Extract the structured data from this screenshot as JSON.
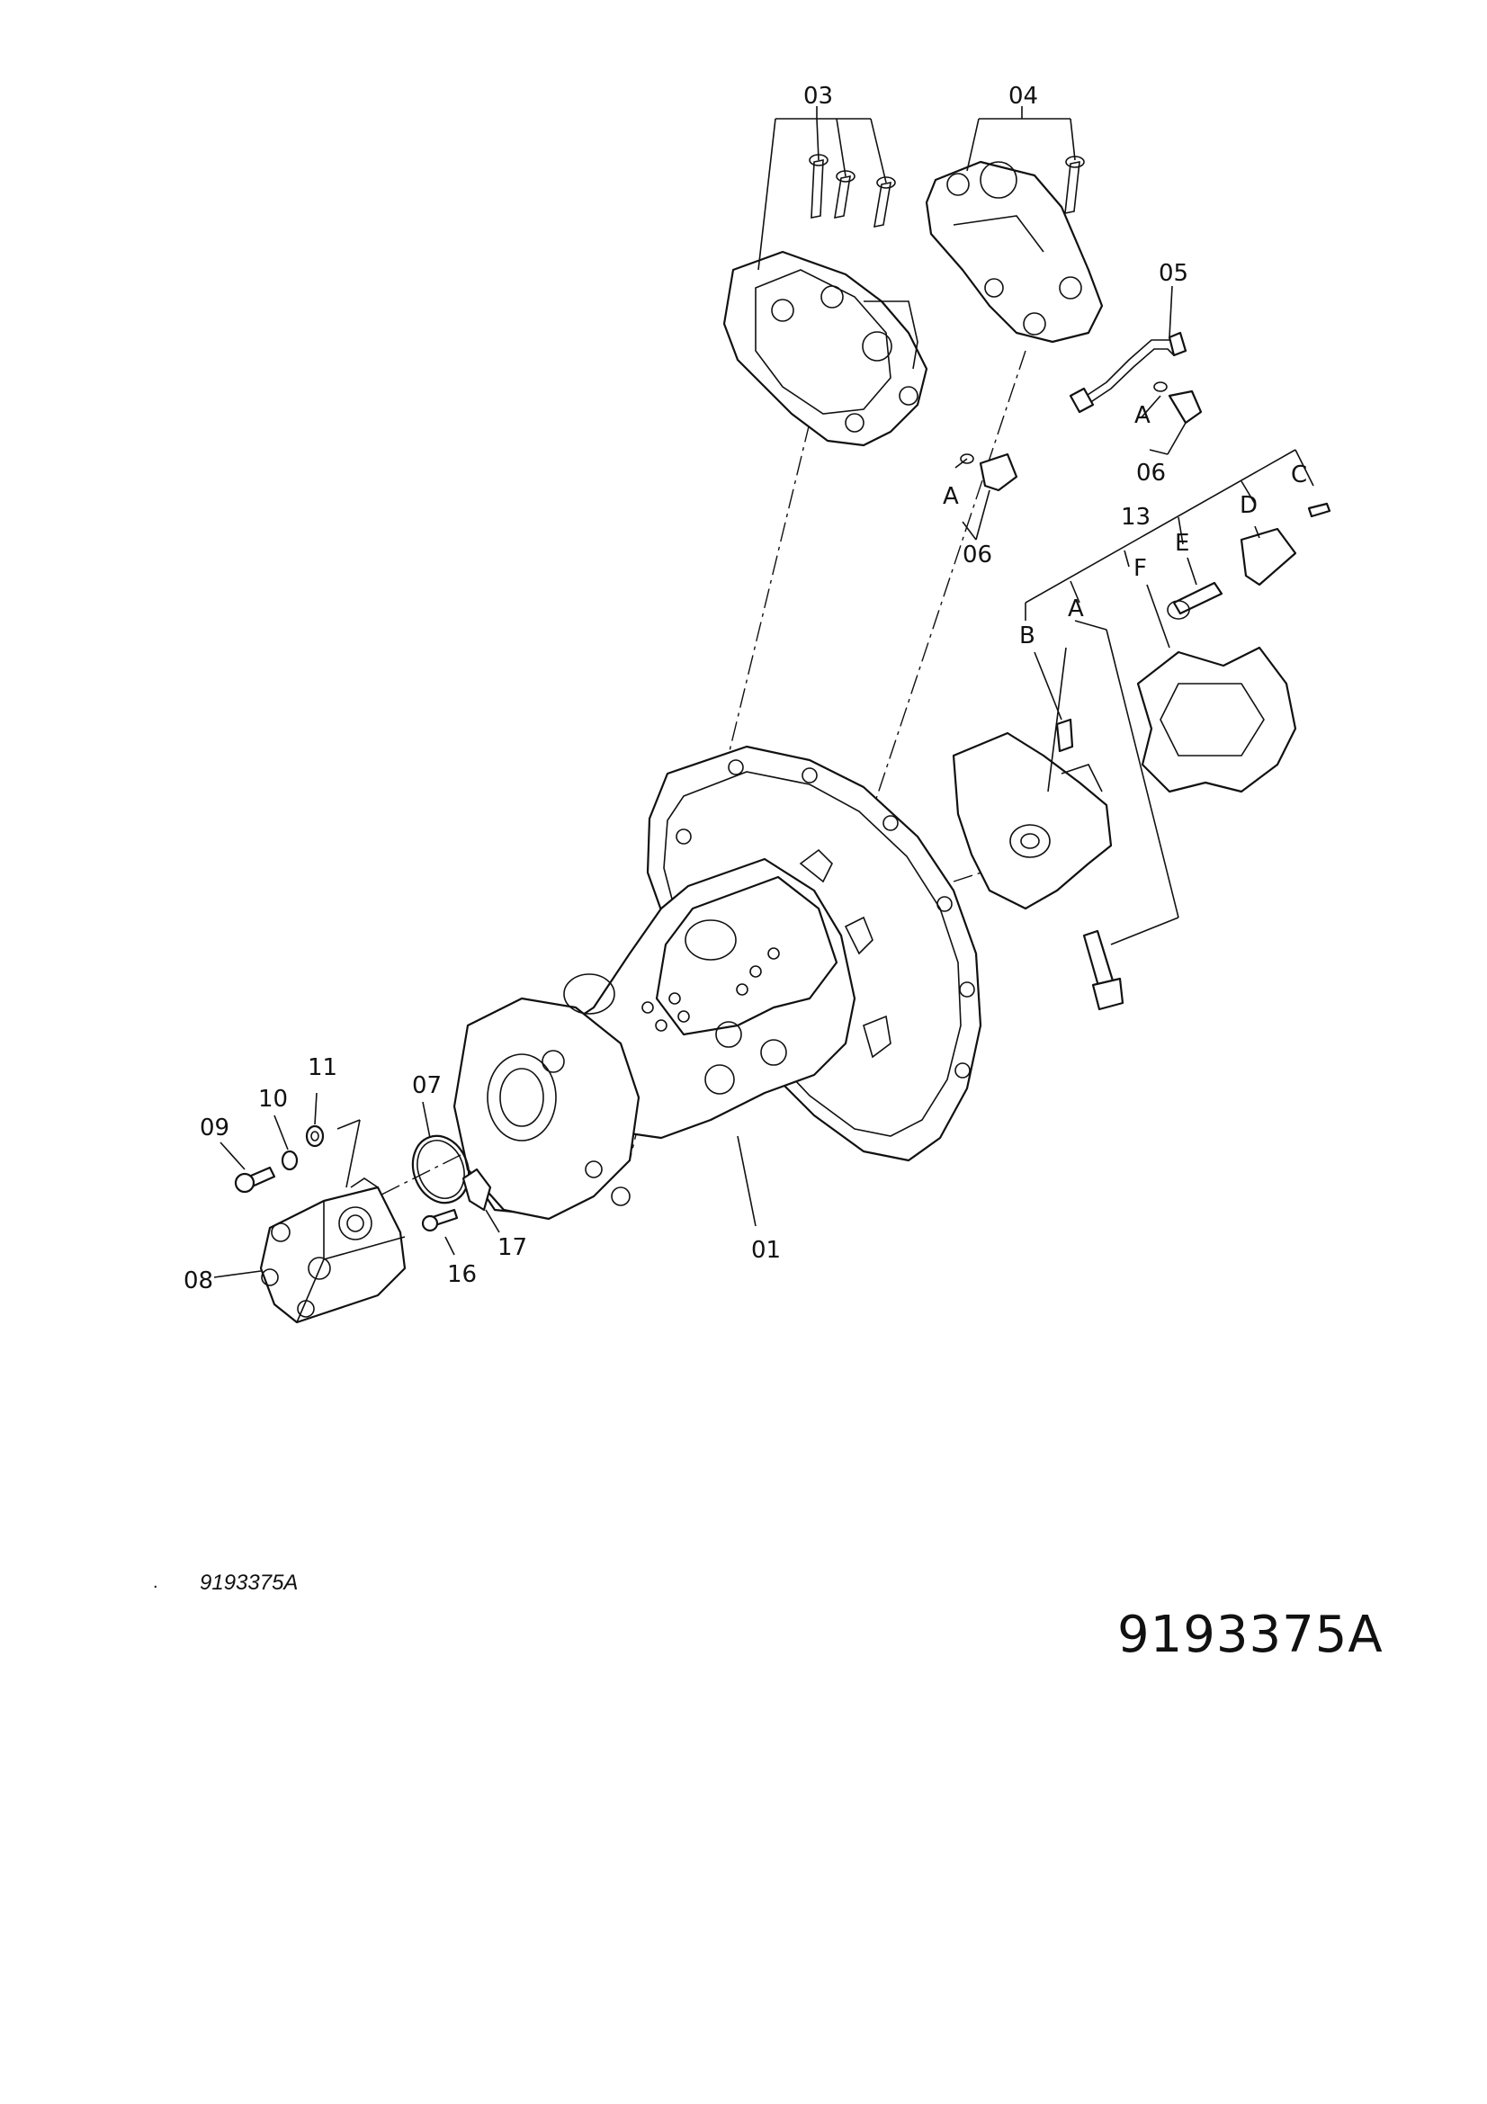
{
  "diagram": {
    "callouts": {
      "c01": "01",
      "c03": "03",
      "c04": "04",
      "c05": "05",
      "c06a": "06",
      "c06b": "06",
      "c07": "07",
      "c08": "08",
      "c09": "09",
      "c10": "10",
      "c11": "11",
      "c13": "13",
      "c16": "16",
      "c17": "17",
      "cA1": "A",
      "cA2": "A",
      "cA3": "A",
      "cB": "B",
      "cC": "C",
      "cD": "D",
      "cE": "E",
      "cF": "F"
    },
    "small_reference": "9193375A",
    "small_dot": ".",
    "large_reference": "9193375A"
  }
}
